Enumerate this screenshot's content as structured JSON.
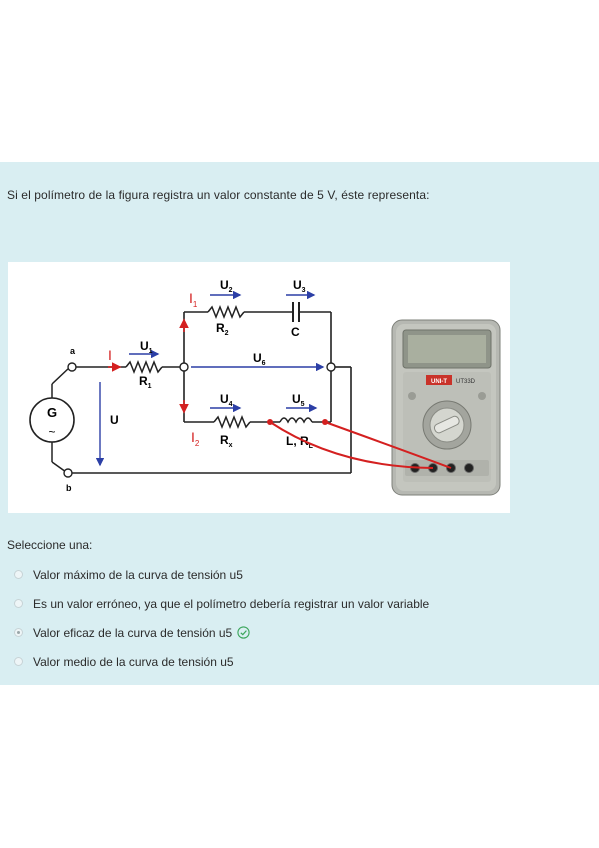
{
  "question": {
    "text": "Si el polímetro de la figura registra un valor constante de 5 V, éste representa:"
  },
  "figure": {
    "generator_label": "G",
    "generator_symbol": "~",
    "node_a": "a",
    "node_b": "b",
    "current_I": "I",
    "current_I1": "I",
    "current_I1_sub": "1",
    "current_I2": "I",
    "current_I2_sub": "2",
    "voltage_U": "U",
    "voltage_U1": "U",
    "voltage_U1_sub": "1",
    "voltage_U2": "U",
    "voltage_U2_sub": "2",
    "voltage_U3": "U",
    "voltage_U3_sub": "3",
    "voltage_U4": "U",
    "voltage_U4_sub": "4",
    "voltage_U5": "U",
    "voltage_U5_sub": "5",
    "voltage_U6": "U",
    "voltage_U6_sub": "6",
    "resistor_R1": "R",
    "resistor_R1_sub": "1",
    "resistor_R2": "R",
    "resistor_R2_sub": "2",
    "resistor_Rx": "R",
    "resistor_Rx_sub": "x",
    "capacitor_C": "C",
    "inductor_label": "L, R",
    "inductor_sub": "L",
    "multimeter_brand": "UNI-T",
    "multimeter_model": "UT33D"
  },
  "answers": {
    "select_label": "Seleccione una:",
    "options": [
      {
        "label": "Valor máximo de la curva de tensión u5",
        "checked": false
      },
      {
        "label": "Es un valor erróneo, ya que el polímetro debería registrar un valor variable",
        "checked": false
      },
      {
        "label": "Valor eficaz de la curva de tensión u5",
        "checked": true
      },
      {
        "label": "Valor medio de la curva de tensión u5",
        "checked": false
      }
    ]
  },
  "colors": {
    "panel_bg": "#d9eef2",
    "current_red": "#d42020",
    "arrow_blue": "#2c3fa6",
    "correct_green": "#3aa55a"
  },
  "icons": {
    "correct": "check-circle-icon"
  }
}
